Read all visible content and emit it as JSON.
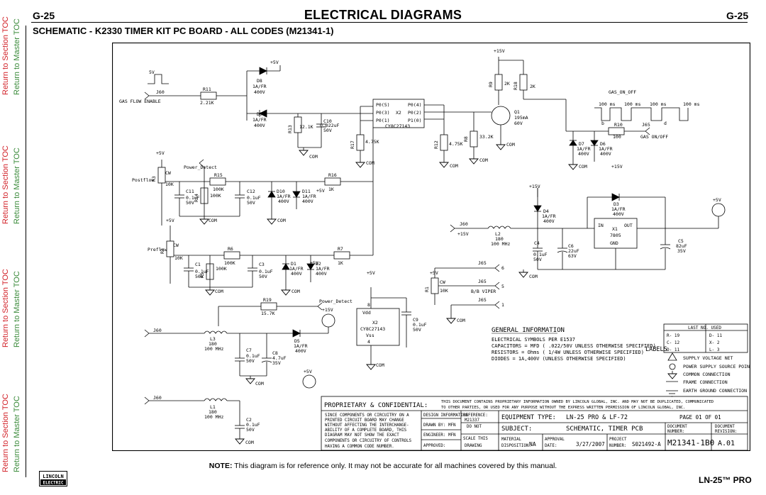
{
  "header": {
    "page_left": "G-25",
    "page_right": "G-25",
    "title": "ELECTRICAL  DIAGRAMS"
  },
  "subtitle": "SCHEMATIC - K2330 TIMER KIT PC BOARD - ALL CODES (M21341-1)",
  "sidebar": {
    "groups": [
      {
        "section": "Return to Section TOC",
        "master": "Return to Master TOC"
      },
      {
        "section": "Return to Section TOC",
        "master": "Return to Master TOC"
      },
      {
        "section": "Return to Section TOC",
        "master": "Return to Master TOC"
      },
      {
        "section": "Return to Section TOC",
        "master": "Return to Master TOC"
      }
    ]
  },
  "schematic": {
    "nets": {
      "plus5": "+5V",
      "plus15": "+15V",
      "com": "COM",
      "power_detect": "Power_Detect",
      "gas_flow_enable": "GAS FLOW ENABLE",
      "gas_on_off": "GAS_ON_OFF",
      "gas_onoff2": "GAS ON/OFF",
      "postflow": "Postflow",
      "preflow": "Preflow",
      "five_v_pulse": "5V"
    },
    "parts": {
      "r11": "R11",
      "r11v": "2.21K",
      "d8": "D8",
      "d8v": "1A/FR",
      "d8v2": "400V",
      "d9": "D9",
      "d9v": "1A/FR",
      "d9v2": "400V",
      "r13": "R13",
      "r13v": "12.1K",
      "c10": "C10",
      "c10v": "0.022uF",
      "c10v2": "50V",
      "x2": "X2",
      "cy": "CY8C27143",
      "p_a": "P0(5)",
      "p_b": "P0(3)",
      "p_c": "P0(1)",
      "p_d": "P0(4)",
      "p_e": "P0(2)",
      "p_f": "P1(0)",
      "r17": "R17",
      "r17v": "4.75K",
      "r12": "R12",
      "r12v": "4.75K",
      "r9": "R9",
      "r9v": "2K",
      "r18": "R18",
      "r18v": "2K",
      "r8": "R8",
      "r8v": "33.2K",
      "q1": "Q1",
      "q1v": "195mA",
      "q1v2": "60V",
      "r15": "R15",
      "r15v": "100K",
      "r16": "R16",
      "r16v": "1K",
      "r14": "R14",
      "r14v": "100K",
      "c11": "C11",
      "c11v": "0.1uF",
      "c11v2": "50V",
      "c12": "C12",
      "c12v": "0.1uF",
      "c12v2": "50V",
      "d10": "D10",
      "d10v": "1A/FR",
      "d10v2": "400V",
      "d11": "D11",
      "d11v": "1A/FR",
      "d11v2": "400V",
      "r3": "R3",
      "r3v": "10K",
      "cw": "CW",
      "r6": "R6",
      "r6v": "100K",
      "r7": "R7",
      "r7v": "1K",
      "r5": "R5",
      "r5v": "100K",
      "c1": "C1",
      "c1v": "0.1uF",
      "c1v2": "50V",
      "c3": "C3",
      "c3v": "0.1uF",
      "c3v2": "50V",
      "d1": "D1",
      "d1v": "1A/FR",
      "d1v2": "400V",
      "d2": "D2",
      "d2v": "1A/FR",
      "d2v2": "400V",
      "r2": "R2",
      "r2v": "10K",
      "r19": "R19",
      "r19v": "15.7K",
      "vdd": "Vdd",
      "vss": "Vss",
      "pin8": "8",
      "pin4": "4",
      "c9": "C9",
      "c9v": "0.1uF",
      "c9v2": "50V",
      "l3": "L3",
      "l3v": "180",
      "l3v2": "100 MHz",
      "l2": "L2",
      "l2v": "180",
      "l2v2": "100 MHz",
      "l1": "L1",
      "l1v": "180",
      "l1v2": "100 MHz",
      "c7": "C7",
      "c7v": "0.1uF",
      "c7v2": "50V",
      "c8": "C8",
      "c8v": "4.7uF",
      "c8v2": "35V",
      "d5": "D5",
      "d5v": "1A/FR",
      "d5v2": "400V",
      "c2": "C2",
      "c2v": "0.1uF",
      "c2v2": "50V",
      "d6": "D6",
      "d6v": "1A/FR",
      "d6v2": "400V",
      "d7": "D7",
      "d7v": "1A/FR",
      "d7v2": "400V",
      "r10": "R10",
      "r10v": "100",
      "d4": "D4",
      "d4v": "1A/FR",
      "d4v2": "400V",
      "d3": "D3",
      "d3v": "1A/FR",
      "d3v2": "400V",
      "x1": "X1",
      "x1v": "7805",
      "x1in": "IN",
      "x1out": "OUT",
      "x1gnd": "GND",
      "c4": "C4",
      "c4v": "0.1uF",
      "c4v2": "50V",
      "c6": "C6",
      "c6v": "22uF",
      "c6v2": "63V",
      "c5": "C5",
      "c5v": "82uF",
      "c5v2": "35V",
      "bb_viper": "B/B VIPER",
      "r1": "R1",
      "r1v": "10K",
      "timing_a": "100 ms",
      "timing_b": "100 ms",
      "timing_c": "100 ms",
      "timing_d": "100 ms",
      "lbl_b": "b",
      "lbl_d": "d",
      "j60": "J60",
      "j65": "J65",
      "j65b": "J65",
      "j65c": "J65",
      "j65d": "J65"
    }
  },
  "general_info": {
    "title": "GENERAL INFORMATION",
    "lines": [
      "ELECTRICAL SYMBOLS PER E1537",
      "CAPACITORS =  MFD ( .022/50V UNLESS OTHERWISE SPECIFIED)",
      "RESISTORS = Ohms ( 1/4W  UNLESS OTHERWISE SPECIFIED)",
      "DIODES =  1A,400V  (UNLESS OTHERWISE SPECIFIED)"
    ]
  },
  "labels_legend": {
    "title": "LABELS",
    "items": [
      "SUPPLY VOLTAGE NET",
      "POWER SUPPLY SOURCE POINT",
      "COMMON CONNECTION",
      "FRAME CONNECTION",
      "EARTH GROUND CONNECTION"
    ]
  },
  "last_no_used": {
    "title": "LAST NO. USED",
    "rows": [
      [
        "R- 19",
        "D- 11"
      ],
      [
        "C- 12",
        "X- 2"
      ],
      [
        "D- 11",
        "L- 3"
      ]
    ]
  },
  "title_block": {
    "proprietary": "PROPRIETARY & CONFIDENTIAL:",
    "proprietary_text": [
      "THIS DOCUMENT CONTAINS PROPRIETARY INFORMATION OWNED BY LINCOLN GLOBAL, INC. AND MAY NOT BE DUPLICATED, COMMUNICATED",
      "TO OTHER PARTIES, OR USED FOR ANY PURPOSE WITHOUT THE EXPRESS WRITTEN PERMISSION OF LINCOLN GLOBAL, INC."
    ],
    "disclaimer": [
      "SINCE COMPONENTS OR CIRCUITRY ON A",
      "PRINTED CIRCUIT BOARD MAY CHANGE",
      "WITHOUT AFFECTING THE INTERCHANGE-",
      "ABILITY OF A COMPLETE BOARD, THIS",
      "DIAGRAM MAY NOT SHOW THE EXACT",
      "COMPONENTS OR CIRCUITRY OF CONTROLS",
      "HAVING A COMMON CODE NUMBER."
    ],
    "design_information": "DESIGN INFORMATION",
    "drawn_by_label": "DRAWN BY:",
    "drawn_by": "MFN",
    "engineer_label": "ENGINEER:",
    "engineer": "MFN",
    "approved_label": "APPROVED:",
    "reference_label": "REFERENCE:",
    "reference": "M21337",
    "do_not_scale": [
      "DO NOT",
      "SCALE THIS",
      "DRAWING"
    ],
    "equipment_type_label": "EQUIPMENT TYPE:",
    "equipment_type": "LN-25 PRO & LF-72",
    "page": "PAGE 01 OF 01",
    "subject_label": "SUBJECT:",
    "subject": "SCHEMATIC, TIMER PCB",
    "material_label": "MATERIAL",
    "disposition_label": "DISPOSITION:",
    "disposition": "NA",
    "approval_label": "APPROVAL",
    "date_label": "DATE:",
    "date": "3/27/2007",
    "project_label": "PROJECT",
    "project_number_label": "NUMBER:",
    "project_number": "S021492-A",
    "document_number": "M21341-1B0",
    "document_label": "DOCUMENT",
    "number_label": "NUMBER:",
    "revision_label": "REVISION:",
    "revision": "A.01"
  },
  "note": {
    "lead": "NOTE:",
    "text": " This diagram is for reference only. It may not be accurate for all machines covered by this manual."
  },
  "footer": {
    "model": "LN-25™  PRO",
    "logo_top": "LINCOLN",
    "logo_bottom": "ELECTRIC"
  }
}
